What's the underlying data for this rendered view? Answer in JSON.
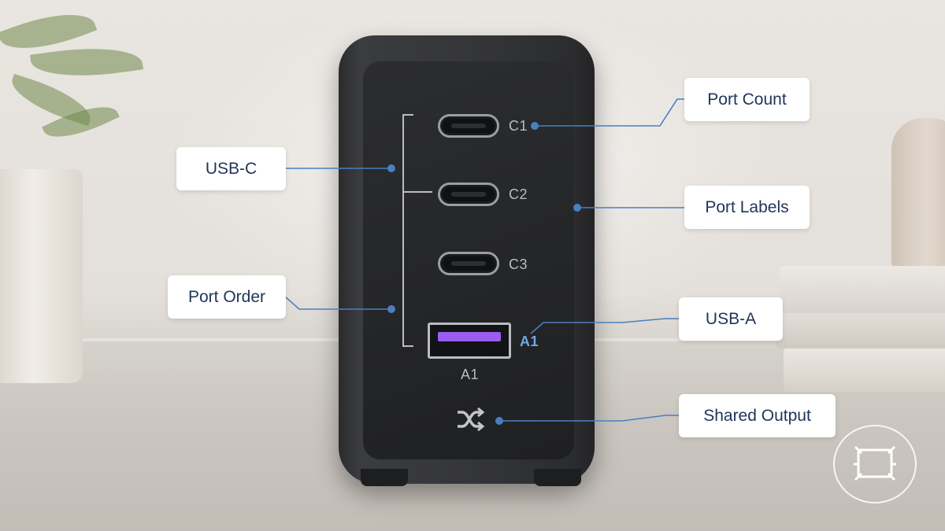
{
  "ports": {
    "c1": "C1",
    "c2": "C2",
    "c3": "C3",
    "a1_side": "A1",
    "a1_below": "A1"
  },
  "callouts": {
    "port_count": "Port Count",
    "usb_c": "USB-C",
    "port_labels": "Port Labels",
    "port_order": "Port Order",
    "usb_a": "USB-A",
    "shared_output": "Shared Output"
  },
  "colors": {
    "leader_line": "#4a7fc1",
    "callout_text": "#1f3558",
    "usb_a_insert": "#9b5cf0",
    "charger_body": "#353639"
  },
  "icons": {
    "shared_output": "shuffle-icon",
    "logo": "device-frame-logo"
  }
}
